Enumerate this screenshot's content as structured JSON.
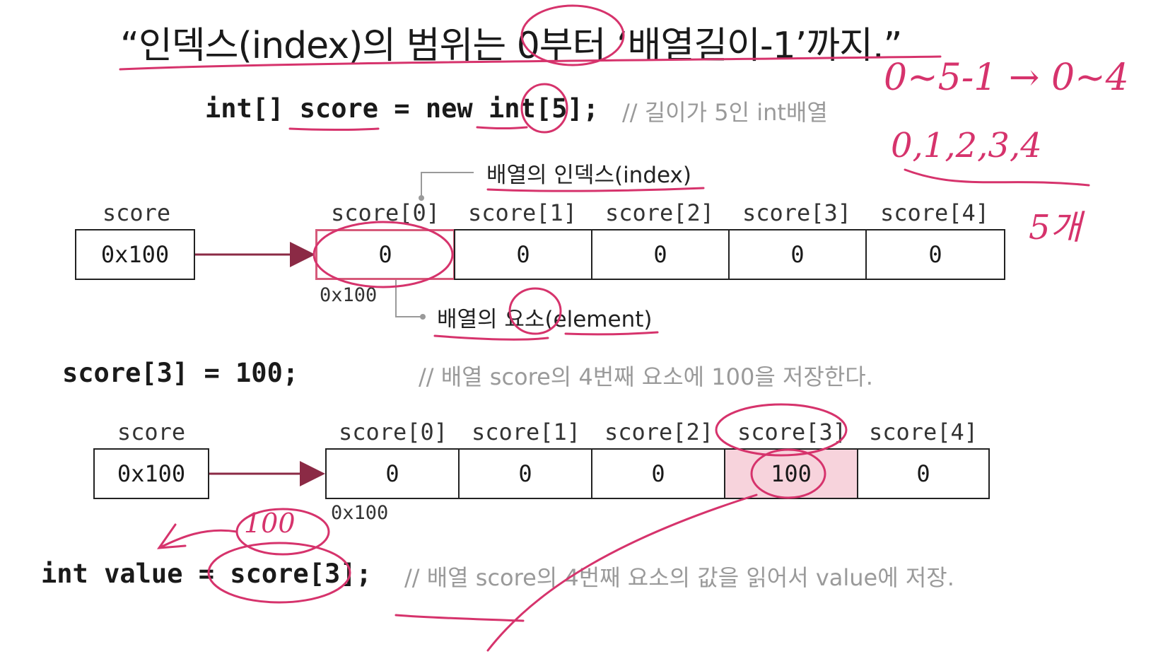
{
  "title": "“인덱스(index)의 범위는 0부터 ‘배열길이-1’까지.”",
  "decl": {
    "code": "int[] score = new int[5];",
    "comment": "// 길이가 5인 int배열"
  },
  "annotations": {
    "index_label": "배열의 인덱스(index)",
    "element_label": "배열의 요소(element)"
  },
  "diagram1": {
    "ref_label": "score",
    "ref_value": "0x100",
    "address": "0x100",
    "index_labels": [
      "score[0]",
      "score[1]",
      "score[2]",
      "score[3]",
      "score[4]"
    ],
    "values": [
      "0",
      "0",
      "0",
      "0",
      "0"
    ]
  },
  "assign": {
    "code": "score[3] = 100;",
    "comment": "// 배열 score의 4번째 요소에 100을 저장한다."
  },
  "diagram2": {
    "ref_label": "score",
    "ref_value": "0x100",
    "address": "0x100",
    "index_labels": [
      "score[0]",
      "score[1]",
      "score[2]",
      "score[3]",
      "score[4]"
    ],
    "values": [
      "0",
      "0",
      "0",
      "100",
      "0"
    ],
    "highlight_index": 3
  },
  "read": {
    "code": "int value = score[3];",
    "comment": "// 배열 score의 4번째 요소의 값을 읽어서 value에 저장."
  },
  "handwriting": {
    "range": "0~5-1 → 0~4",
    "indices": "0,1,2,3,4",
    "count": "5개",
    "value": "100"
  },
  "colors": {
    "ink": "#d6336c",
    "arrow": "#8b2a45",
    "highlight": "#f7d3dc",
    "box_border": "#d65a7a"
  }
}
